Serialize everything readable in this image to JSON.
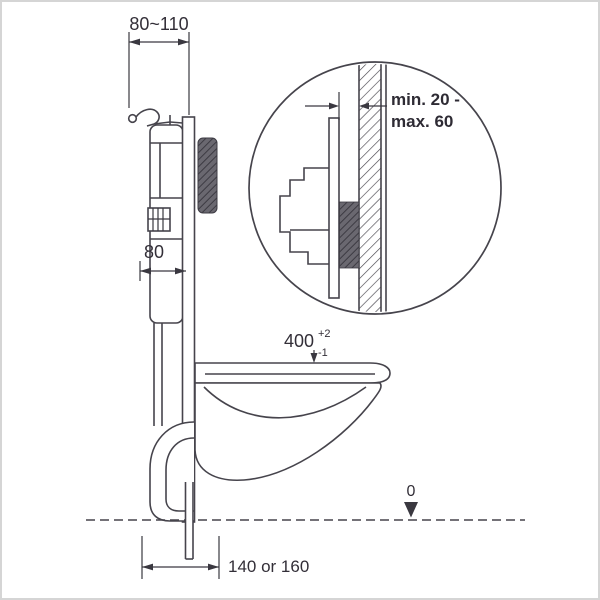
{
  "diagram": {
    "type": "installation-drawing",
    "subject": "wall-hung toilet concealed cistern frame with dimension callouts",
    "labels": {
      "top_width": "80~110",
      "frame_depth": "80",
      "wall_thickness_line1": "min. 20 -",
      "wall_thickness_line2": "max. 60",
      "seat_height": "400",
      "seat_height_plus": "+2",
      "seat_height_minus": "-1",
      "floor_datum": "0",
      "outlet_distance": "140 or 160"
    },
    "colors": {
      "line": "#46444c",
      "text": "#332f38",
      "dark_fill": "#6a6870",
      "dark_hatch": "#3d3b43",
      "background": "#ffffff",
      "border": "#d5d5d5"
    }
  }
}
